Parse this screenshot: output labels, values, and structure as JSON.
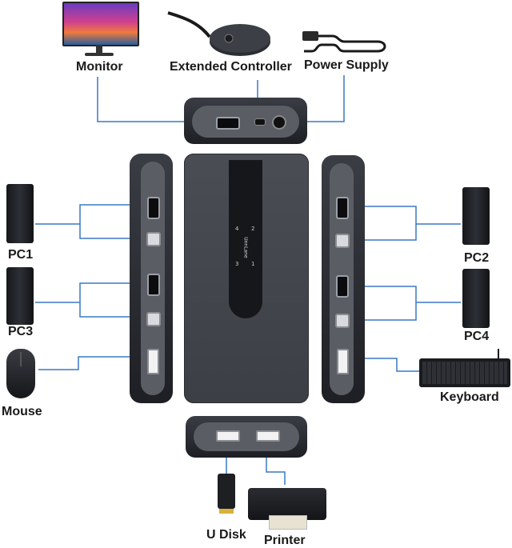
{
  "labels": {
    "monitor": "Monitor",
    "extended_controller": "Extended Controller",
    "power_supply": "Power Supply",
    "pc1": "PC1",
    "pc2": "PC2",
    "pc3": "PC3",
    "pc4": "PC4",
    "mouse": "Mouse",
    "keyboard": "Keyboard",
    "u_disk": "U Disk",
    "printer": "Printer"
  },
  "device_front": {
    "brand": "UnnLane",
    "leds": [
      "4",
      "2",
      "3",
      "1"
    ]
  },
  "colors": {
    "wire": "#3a78c2",
    "device_body": "#2b2e34",
    "panel": "#3a3d44"
  }
}
